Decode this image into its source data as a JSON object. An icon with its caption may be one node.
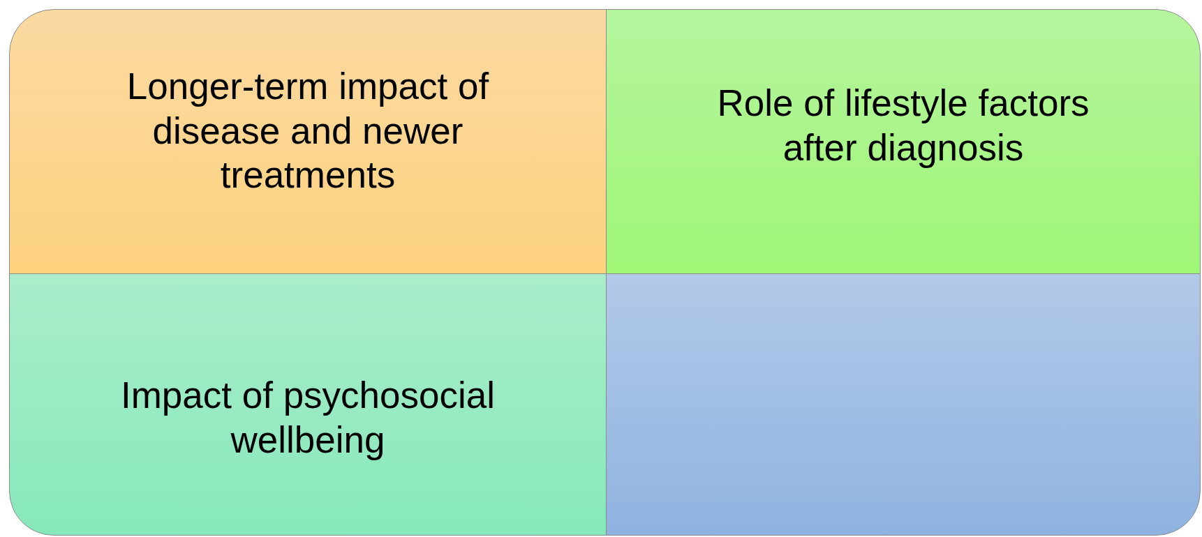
{
  "diagram": {
    "nodes": [
      {
        "text": [
          "Longer-term impact of disease and newer treatments"
        ]
      },
      {
        "text": [
          "Role of lifestyle factors after diagnosis"
        ]
      },
      {
        "text": [
          "Impact of psychosocial wellbeing"
        ]
      },
      {
        "text": [],
        "shape": "box"
      }
    ]
  }
}
